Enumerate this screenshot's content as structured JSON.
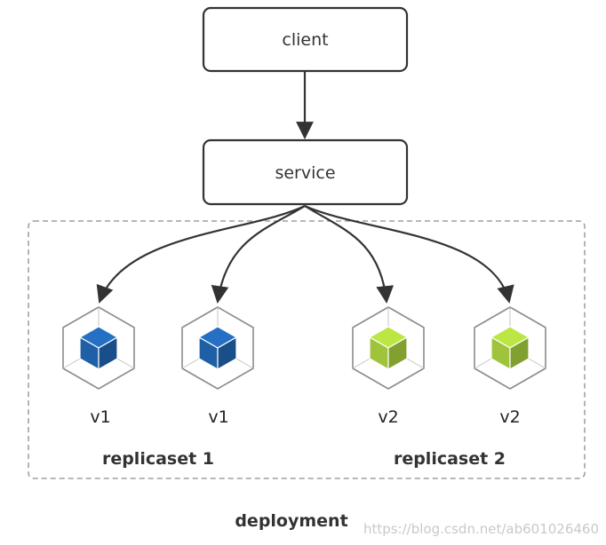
{
  "nodes": {
    "client": "client",
    "service": "service"
  },
  "pods": [
    {
      "label": "v1",
      "icon": "cube-icon",
      "color": "#1f5fa6"
    },
    {
      "label": "v1",
      "icon": "cube-icon",
      "color": "#1f5fa6"
    },
    {
      "label": "v2",
      "icon": "cube-icon",
      "color": "#9fc33a"
    },
    {
      "label": "v2",
      "icon": "cube-icon",
      "color": "#9fc33a"
    }
  ],
  "replicasets": [
    {
      "label": "replicaset 1"
    },
    {
      "label": "replicaset 2"
    }
  ],
  "deployment": {
    "label": "deployment"
  },
  "watermark": "https://blog.csdn.net/ab601026460",
  "colors": {
    "v1": "#1f5fa6",
    "v2": "#9fc33a",
    "stroke": "#333333",
    "border": "#8c8c8c"
  }
}
